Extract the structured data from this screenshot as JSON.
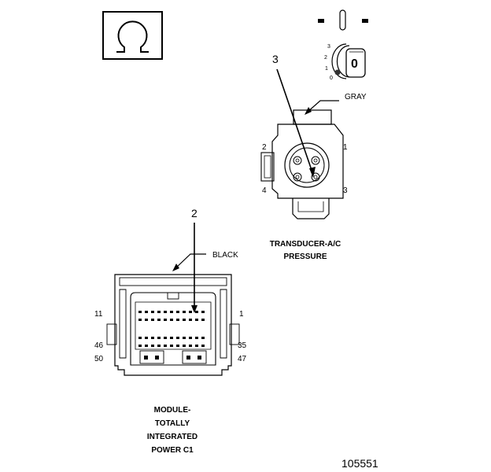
{
  "ohm_symbol": "Ω",
  "ignition": {
    "positions": [
      "3",
      "2",
      "1",
      "0"
    ],
    "key_label": "0"
  },
  "transducer": {
    "callout": "3",
    "color": "GRAY",
    "pins": {
      "p1": "1",
      "p2": "2",
      "p3": "3",
      "p4": "4"
    },
    "caption_line1": "TRANSDUCER-A/C",
    "caption_line2": "PRESSURE"
  },
  "module": {
    "callout": "2",
    "color": "BLACK",
    "pins": {
      "p11": "11",
      "p1": "1",
      "p46": "46",
      "p35": "35",
      "p50": "50",
      "p47": "47"
    },
    "caption_line1": "MODULE-",
    "caption_line2": "TOTALLY",
    "caption_line3": "INTEGRATED",
    "caption_line4": "POWER C1"
  },
  "figure_id": "105551"
}
